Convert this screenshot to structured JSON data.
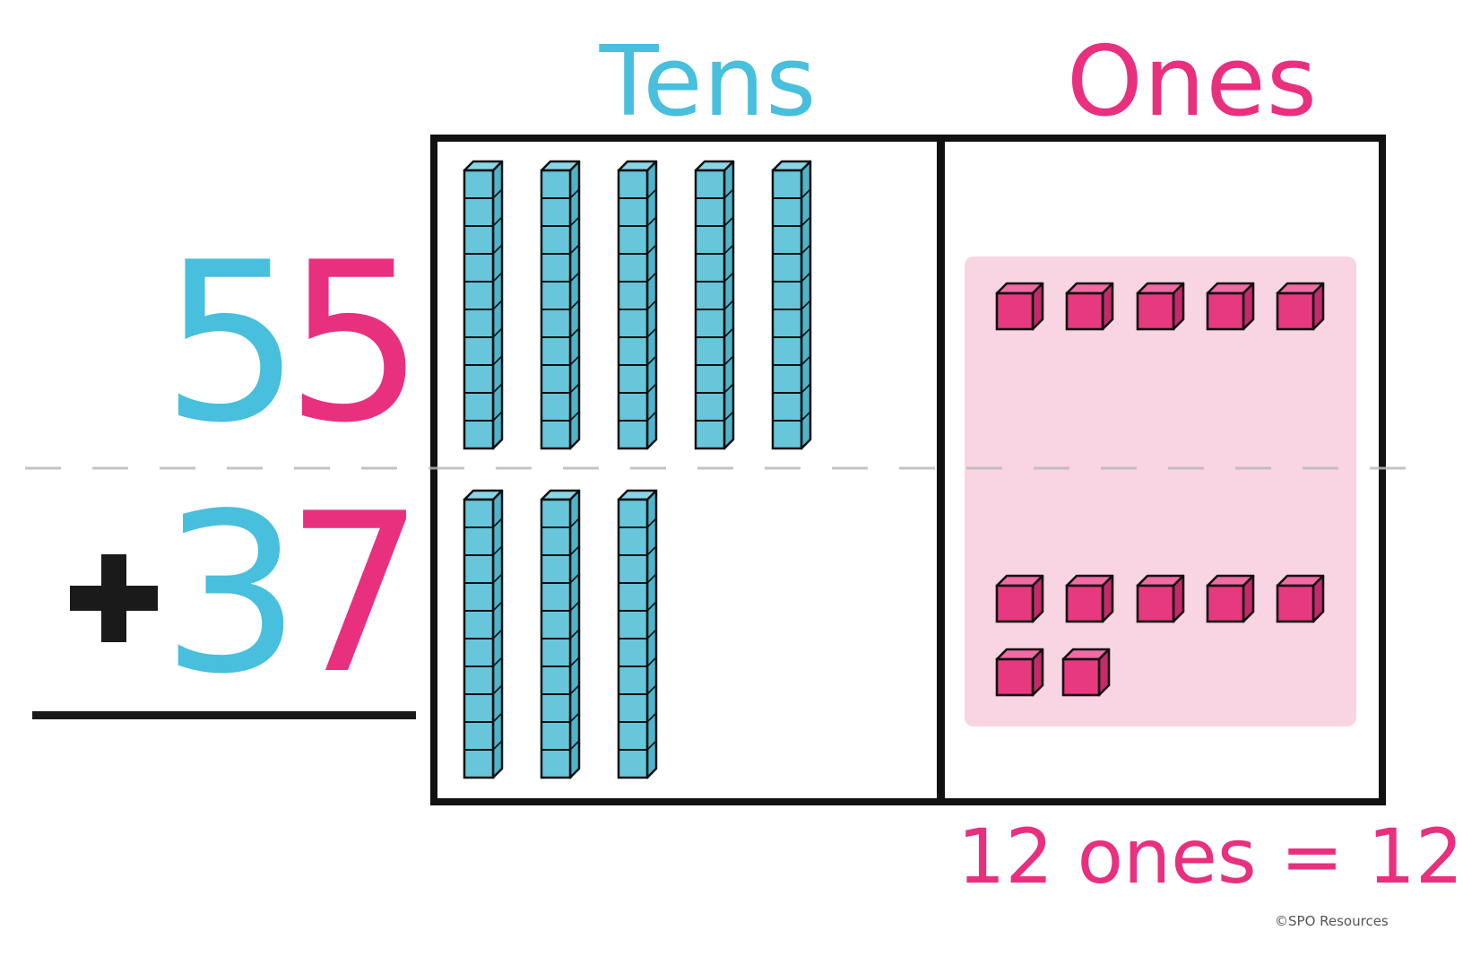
{
  "headers": {
    "tens": "Tens",
    "ones": "Ones"
  },
  "problem": {
    "top": {
      "tens_digit": "5",
      "ones_digit": "5"
    },
    "bottom": {
      "operator": "+",
      "tens_digit": "3",
      "ones_digit": "7"
    }
  },
  "tens_column": {
    "top_rods": 5,
    "bottom_rods": 3,
    "cubes_per_rod": 10
  },
  "ones_column": {
    "top_cubes": 5,
    "bottom_cubes": 7
  },
  "caption": "12 ones = 12",
  "credit": "©SPO Resources",
  "colors": {
    "tens": "#48bfdc",
    "ones": "#e8307f",
    "tens_block": "#67c6da",
    "ones_block": "#e6397f",
    "ones_panel": "#f9d4e3",
    "ink": "#111111"
  }
}
